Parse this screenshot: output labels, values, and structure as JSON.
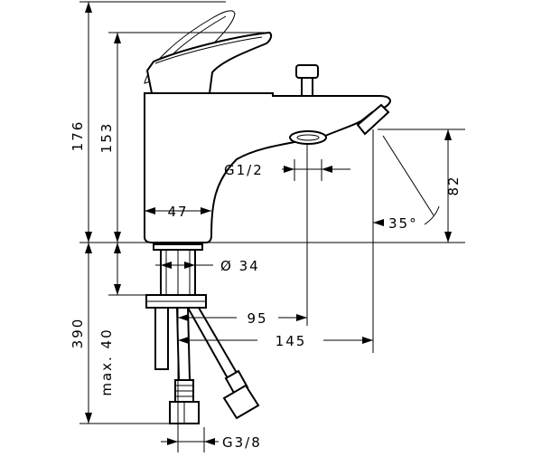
{
  "drawing": {
    "dimensions": {
      "overall_height": "176",
      "spout_height": "153",
      "outlet_height": "82",
      "body_width": "47",
      "inlet_thread": "G1/2",
      "spout_angle": "35°",
      "shank_diameter": "Ø 34",
      "below_deck_length": "390",
      "max_deck_thickness": "max. 40",
      "axis_to_inlet": "95",
      "axis_to_outlet": "145",
      "hose_connection": "G3/8"
    }
  }
}
